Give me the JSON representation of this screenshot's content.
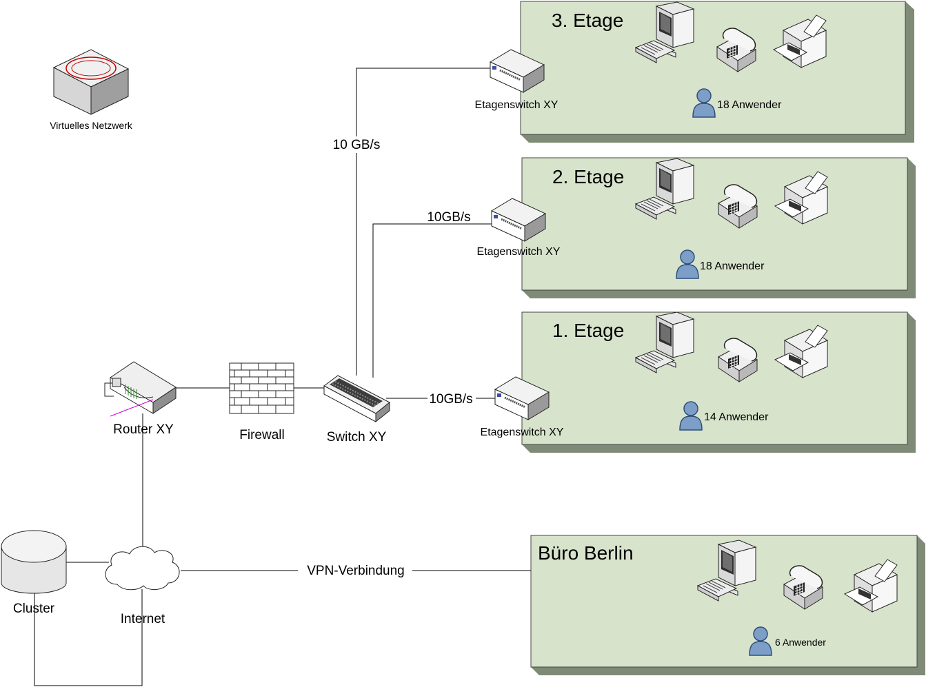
{
  "virtual_network": {
    "label": "Virtuelles Netzwerk"
  },
  "devices": {
    "router": "Router XY",
    "firewall": "Firewall",
    "switch": "Switch XY",
    "cluster": "Cluster",
    "internet": "Internet"
  },
  "links": {
    "floor3_speed": "10 GB/s",
    "floor2_speed": "10GB/s",
    "floor1_speed": "10GB/s",
    "vpn": "VPN-Verbindung"
  },
  "floors": [
    {
      "title": "3. Etage",
      "switch_label": "Etagenswitch XY",
      "users": "18 Anwender"
    },
    {
      "title": "2. Etage",
      "switch_label": "Etagenswitch XY",
      "users": "18 Anwender"
    },
    {
      "title": "1. Etage",
      "switch_label": "Etagenswitch XY",
      "users": "14 Anwender"
    }
  ],
  "branch": {
    "title": "Büro Berlin",
    "users": "6 Anwender"
  },
  "colors": {
    "panel_fill": "#d8e3cc",
    "panel_shadow": "#7f8a77",
    "user_fill": "#7d9ec6"
  }
}
